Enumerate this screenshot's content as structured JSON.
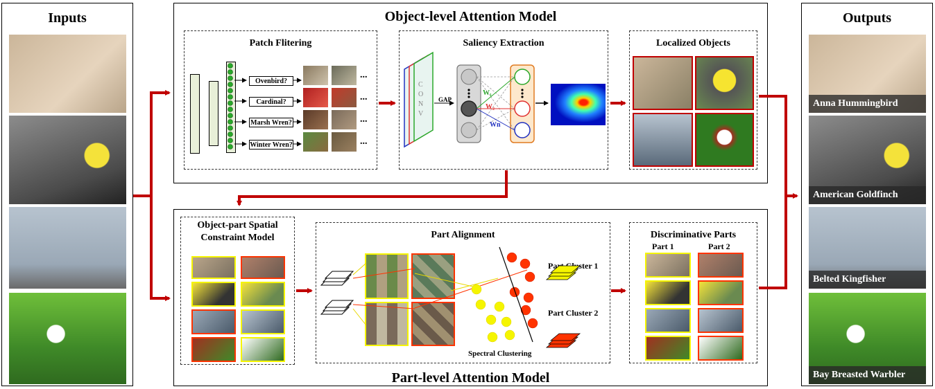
{
  "inputs": {
    "title": "Inputs"
  },
  "outputs": {
    "title": "Outputs",
    "labels": [
      "Anna Hummingbird",
      "American Goldfinch",
      "Belted Kingfisher",
      "Bay Breasted Warbler"
    ]
  },
  "object_model": {
    "title": "Object-level Attention Model",
    "patch": {
      "title": "Patch Flitering",
      "questions": [
        "Ovenbird?",
        "Cardinal?",
        "Marsh Wren?",
        "Winter Wren?"
      ],
      "ellipsis": "..."
    },
    "saliency": {
      "title": "Saliency Extraction",
      "conv": "CONV",
      "gap": "GAP",
      "w1": "W₁",
      "w2": "W₂",
      "wn": "Wn"
    },
    "localized": {
      "title": "Localized Objects"
    }
  },
  "part_model": {
    "title": "Part-level Attention Model",
    "spatial": {
      "title_line1": "Object-part Spatial",
      "title_line2": "Constraint Model"
    },
    "alignment": {
      "title": "Part Alignment",
      "cluster1": "Part Cluster 1",
      "cluster2": "Part Cluster 2",
      "spectral": "Spectral Clustering"
    },
    "discriminative": {
      "title": "Discriminative Parts",
      "part1": "Part 1",
      "part2": "Part 2"
    }
  },
  "colors": {
    "arrow": "#c00000",
    "yellow": "#f5f500",
    "red_dot": "#ff3300",
    "green": "#2aa82a"
  }
}
